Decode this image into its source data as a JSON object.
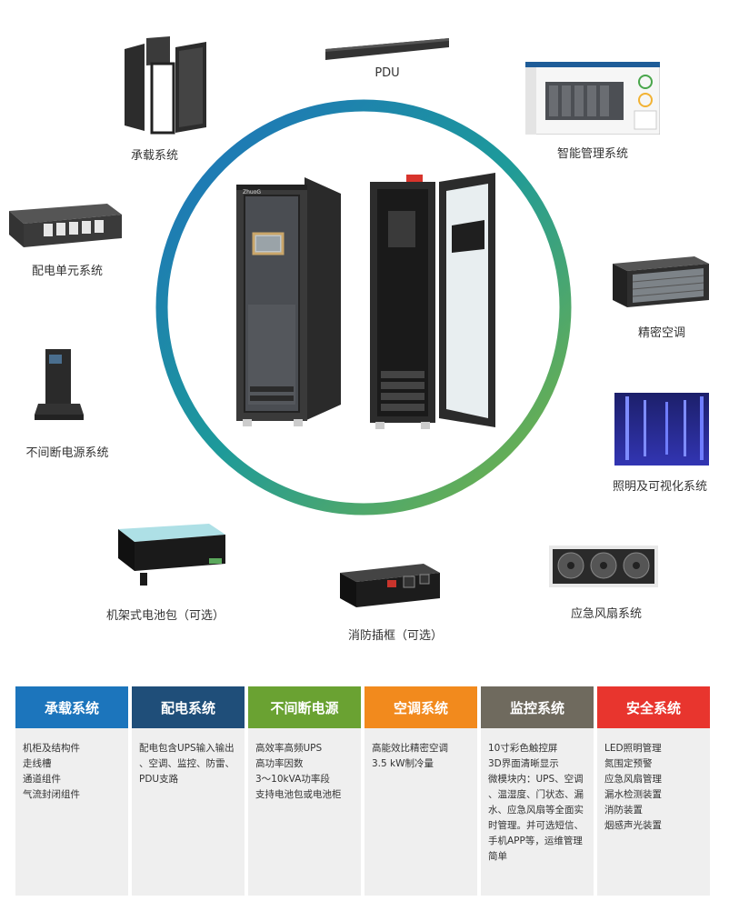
{
  "labels": {
    "pdu": "PDU",
    "chengzai": "承载系统",
    "zhineng": "智能管理系统",
    "peidian_unit": "配电单元系统",
    "jingmi": "精密空调",
    "ups": "不间断电源系统",
    "zhaoming": "照明及可视化系统",
    "battery": "机架式电池包（可选）",
    "xiaofang": "消防插框（可选）",
    "fan": "应急风扇系统"
  },
  "cabinet_brand": "ZhuoG",
  "colors": {
    "ring_start": "#1e6fbe",
    "ring_mid": "#1d9a9a",
    "ring_end": "#7fb53e"
  },
  "columns": [
    {
      "title": "承载系统",
      "color": "#1c75bc",
      "lines": [
        "机柜及结构件",
        "走线槽",
        "通道组件",
        "气流封闭组件"
      ]
    },
    {
      "title": "配电系统",
      "color": "#1f4e79",
      "lines": [
        "配电包含UPS输入输出",
        "、空调、监控、防雷、",
        "PDU支路"
      ]
    },
    {
      "title": "不间断电源",
      "color": "#6aa232",
      "lines": [
        "高效率高频UPS",
        "高功率因数",
        " 3～10kVA功率段",
        "支持电池包或电池柜"
      ]
    },
    {
      "title": "空调系统",
      "color": "#f28a1d",
      "lines": [
        "高能效比精密空调",
        "3.5 kW制冷量"
      ]
    },
    {
      "title": "监控系统",
      "color": "#6f6a5e",
      "lines": [
        "10寸彩色触控屏",
        "3D界面清晰显示",
        "微模块内：UPS、空调",
        "、温湿度、门状态、漏",
        "水、应急风扇等全面实",
        "时管理。并可选短信、",
        "手机APP等，运维管理",
        "简单"
      ]
    },
    {
      "title": "安全系统",
      "color": "#e8352e",
      "lines": [
        "LED照明管理",
        "氮围定预警",
        "应急风扇管理",
        "漏水检测装置",
        "消防装置",
        "烟感声光装置"
      ]
    }
  ]
}
